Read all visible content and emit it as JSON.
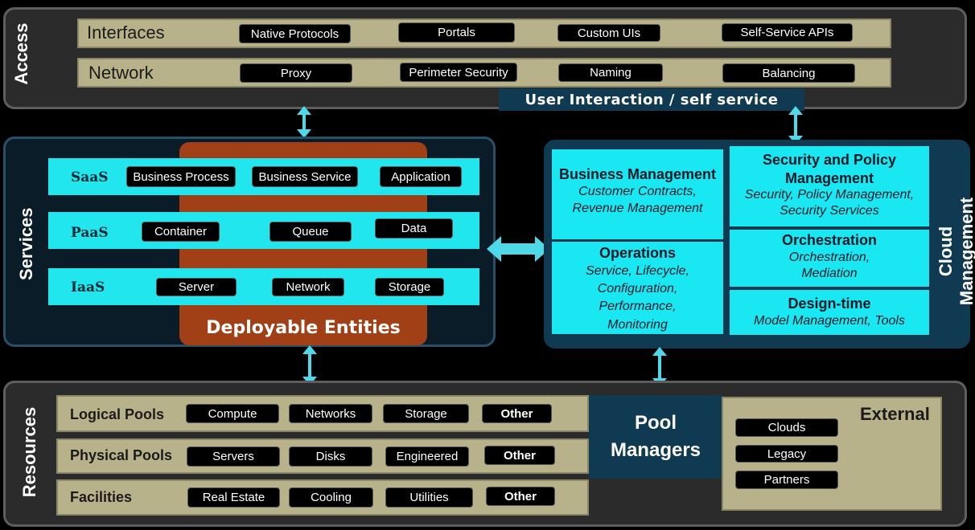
{
  "access": {
    "side_label": "Access",
    "interfaces": {
      "label": "Interfaces",
      "items": [
        "Native Protocols",
        "Portals",
        "Custom UIs",
        "Self-Service APIs"
      ]
    },
    "network": {
      "label": "Network",
      "items": [
        "Proxy",
        "Perimeter Security",
        "Naming",
        "Balancing"
      ]
    },
    "user_interaction": "User Interaction / self service"
  },
  "services": {
    "side_label": "Services",
    "deployable": "Deployable Entities",
    "saas": {
      "label": "SaaS",
      "items": [
        "Business Process",
        "Business Service",
        "Application"
      ]
    },
    "paas": {
      "label": "PaaS",
      "items": [
        "Container",
        "Queue",
        "Data"
      ]
    },
    "iaas": {
      "label": "IaaS",
      "items": [
        "Server",
        "Network",
        "Storage"
      ]
    }
  },
  "cloud_management": {
    "side_label_1": "Cloud",
    "side_label_2": "Management",
    "business": {
      "title": "Business Management",
      "line1": "Customer Contracts,",
      "line2": "Revenue Management"
    },
    "operations": {
      "title": "Operations",
      "line1": "Service, Lifecycle,",
      "line2": "Configuration,",
      "line3": "Performance,",
      "line4": "Monitoring"
    },
    "security": {
      "title1": "Security and Policy",
      "title2": "Management",
      "line1": "Security, Policy Management,",
      "line2": "Security Services"
    },
    "orchestration": {
      "title": "Orchestration",
      "line1": "Orchestration,",
      "line2": "Mediation"
    },
    "design": {
      "title": "Design-time",
      "line1": "Model Management, Tools"
    }
  },
  "resources": {
    "side_label": "Resources",
    "logical": {
      "label": "Logical Pools",
      "items": [
        "Compute",
        "Networks",
        "Storage",
        "Other"
      ]
    },
    "physical": {
      "label": "Physical Pools",
      "items": [
        "Servers",
        "Disks",
        "Engineered",
        "Other"
      ]
    },
    "facilities": {
      "label": "Facilities",
      "items": [
        "Real Estate",
        "Cooling",
        "Utilities",
        "Other"
      ]
    },
    "pool_managers_1": "Pool",
    "pool_managers_2": "Managers",
    "external": {
      "label": "External",
      "items": [
        "Clouds",
        "Legacy",
        "Partners"
      ]
    }
  },
  "colors": {
    "cyan": "#22e6ee",
    "tan": "#b7b28a",
    "rust": "#a13f16",
    "navy": "#0f3a52"
  }
}
